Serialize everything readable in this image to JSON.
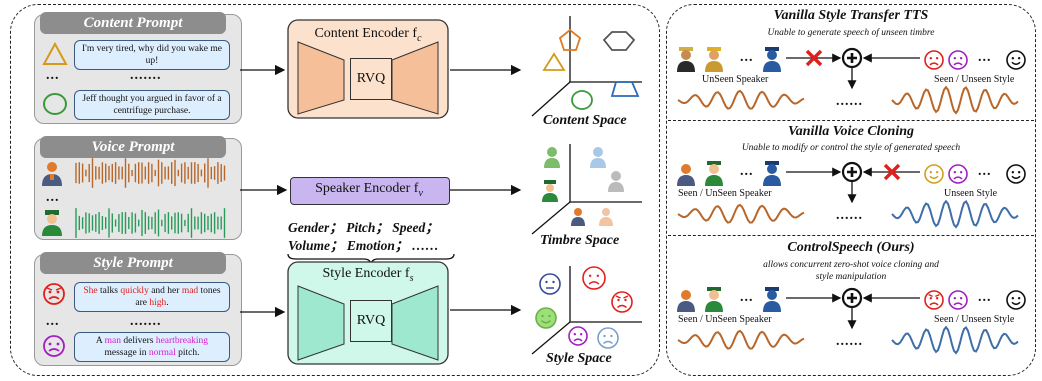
{
  "left": {
    "content_prompt": {
      "title": "Content Prompt",
      "line1": "I'm very tired, why did you wake me up!",
      "dots_left": "...",
      "dots_mid": ".......",
      "line2": "Jeff thought you argued in favor of a centrifuge purchase."
    },
    "voice_prompt": {
      "title": "Voice Prompt",
      "dots_left": "..."
    },
    "style_prompt": {
      "title": "Style Prompt",
      "line1": [
        {
          "t": "She",
          "c": "red"
        },
        {
          "t": " talks ",
          "c": ""
        },
        {
          "t": "quickly",
          "c": "red"
        },
        {
          "t": " and her ",
          "c": ""
        },
        {
          "t": "mad",
          "c": "red"
        },
        {
          "t": " tones are ",
          "c": ""
        },
        {
          "t": "high",
          "c": "red"
        },
        {
          "t": ".",
          "c": ""
        }
      ],
      "dots_left": "...",
      "dots_mid": ".......",
      "line2": [
        {
          "t": "A ",
          "c": ""
        },
        {
          "t": "man",
          "c": "pink"
        },
        {
          "t": " delivers ",
          "c": ""
        },
        {
          "t": "heartbreaking",
          "c": "pink"
        },
        {
          "t": " message in ",
          "c": ""
        },
        {
          "t": "normal",
          "c": "pink"
        },
        {
          "t": " pitch.",
          "c": ""
        }
      ]
    },
    "content_encoder": "Content Encoder f",
    "content_encoder_sub": "c",
    "speaker_encoder": "Speaker Encoder f",
    "speaker_encoder_sub": "v",
    "style_encoder": "Style Encoder f",
    "style_encoder_sub": "s",
    "rvq_label": "RVQ",
    "style_attrs_line1": "Gender； Pitch； Speed；",
    "style_attrs_line2": "Volume； Emotion； ……",
    "content_space": "Content Space",
    "timbre_space": "Timbre Space",
    "style_space": "Style Space"
  },
  "right": {
    "vanilla_tts": {
      "title": "Vanilla Style Transfer TTS",
      "subtitle": "Unable to generate speech of unseen timbre",
      "speaker_label": "UnSeen Speaker",
      "style_label": "Seen / Unseen Style",
      "dots_out": "......"
    },
    "voice_cloning": {
      "title": "Vanilla Voice Cloning",
      "subtitle": "Unable to modify or control the style of generated speech",
      "speaker_label": "Seen / UnSeen Speaker",
      "style_label": "Unseen Style",
      "dots_out": "......"
    },
    "controlspeech": {
      "title": "ControlSpeech (Ours)",
      "subtitle_line1": "allows concurrent zero-shot voice cloning and",
      "subtitle_line2": "style manipulation",
      "speaker_label": "Seen / UnSeen Speaker",
      "style_label": "Seen / Unseen Style",
      "dots_out": "......"
    },
    "ellipsis": "..."
  },
  "colors": {
    "content_encoder_fill": "#f8cba8",
    "speaker_encoder_fill": "#c9b6f0",
    "style_encoder_fill": "#b7f0dc",
    "wave_orange": "#b8662a",
    "wave_blue": "#3f6ea8",
    "emoji_red": "#e0201c",
    "emoji_purple": "#a020c0",
    "bubble_fill": "#ddeeff"
  }
}
